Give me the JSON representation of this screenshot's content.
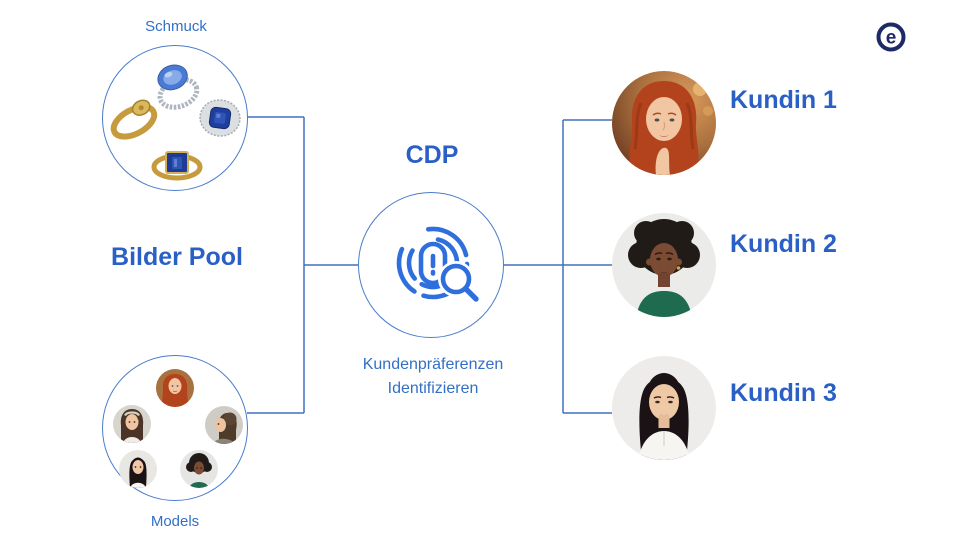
{
  "colors": {
    "accent_blue": "#2a60c6",
    "label_blue": "#3270c7",
    "line_blue": "#4071c0",
    "icon_blue": "#2e6fdd",
    "logo_navy": "#1c2b66"
  },
  "logo": {
    "letter": "e"
  },
  "bilder_pool": {
    "title": "Bilder Pool",
    "schmuck_label": "Schmuck",
    "models_label": "Models",
    "schmuck_items": [
      "silver-ring-light-blue-gem",
      "gold-ring",
      "silver-halo-ring-blue-gem",
      "gold-ring-blue-gem"
    ],
    "model_avatars": [
      "red-haired-woman",
      "woman-with-headband",
      "brunette-woman-profile",
      "asian-woman",
      "woman-with-afro"
    ]
  },
  "cdp": {
    "title": "CDP",
    "icon": "fingerprint-search-icon",
    "caption": [
      "Kundenpräferenzen",
      "Identifizieren"
    ]
  },
  "customers": [
    {
      "label": "Kundin 1",
      "avatar": "red-haired-woman"
    },
    {
      "label": "Kundin 2",
      "avatar": "woman-with-afro"
    },
    {
      "label": "Kundin 3",
      "avatar": "asian-woman"
    }
  ]
}
